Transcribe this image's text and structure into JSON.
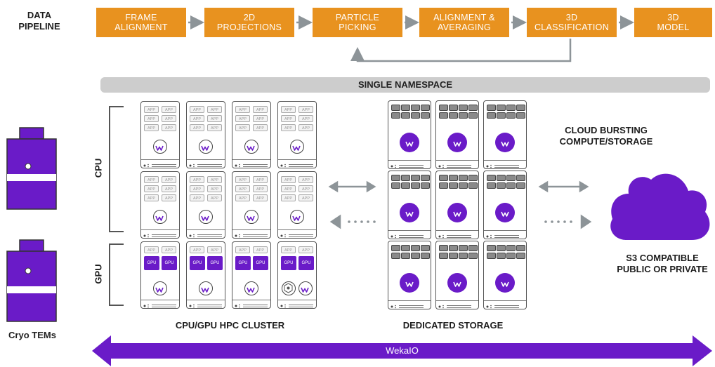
{
  "pipeline": {
    "label": "DATA PIPELINE",
    "stages": [
      "FRAME ALIGNMENT",
      "2D PROJECTIONS",
      "PARTICLE PICKING",
      "ALIGNMENT & AVERAGING",
      "3D CLASSIFICATION",
      "3D MODEL"
    ]
  },
  "namespace": "SINGLE NAMESPACE",
  "cluster": {
    "title": "CPU/GPU HPC CLUSTER",
    "cpu_label": "CPU",
    "gpu_label": "GPU",
    "app_chip": "APP",
    "gpu_chip": "GPU"
  },
  "storage": {
    "title": "DEDICATED STORAGE"
  },
  "cloud": {
    "title": "CLOUD BURSTING COMPUTE/STORAGE",
    "caption": "S3 COMPATIBLE PUBLIC OR PRIVATE"
  },
  "instruments": {
    "label": "Cryo TEMs"
  },
  "footer_bar": {
    "label": "WekaIO"
  },
  "colors": {
    "orange": "#e8921f",
    "purple": "#6a1bc8",
    "gray": "#8d9498"
  }
}
